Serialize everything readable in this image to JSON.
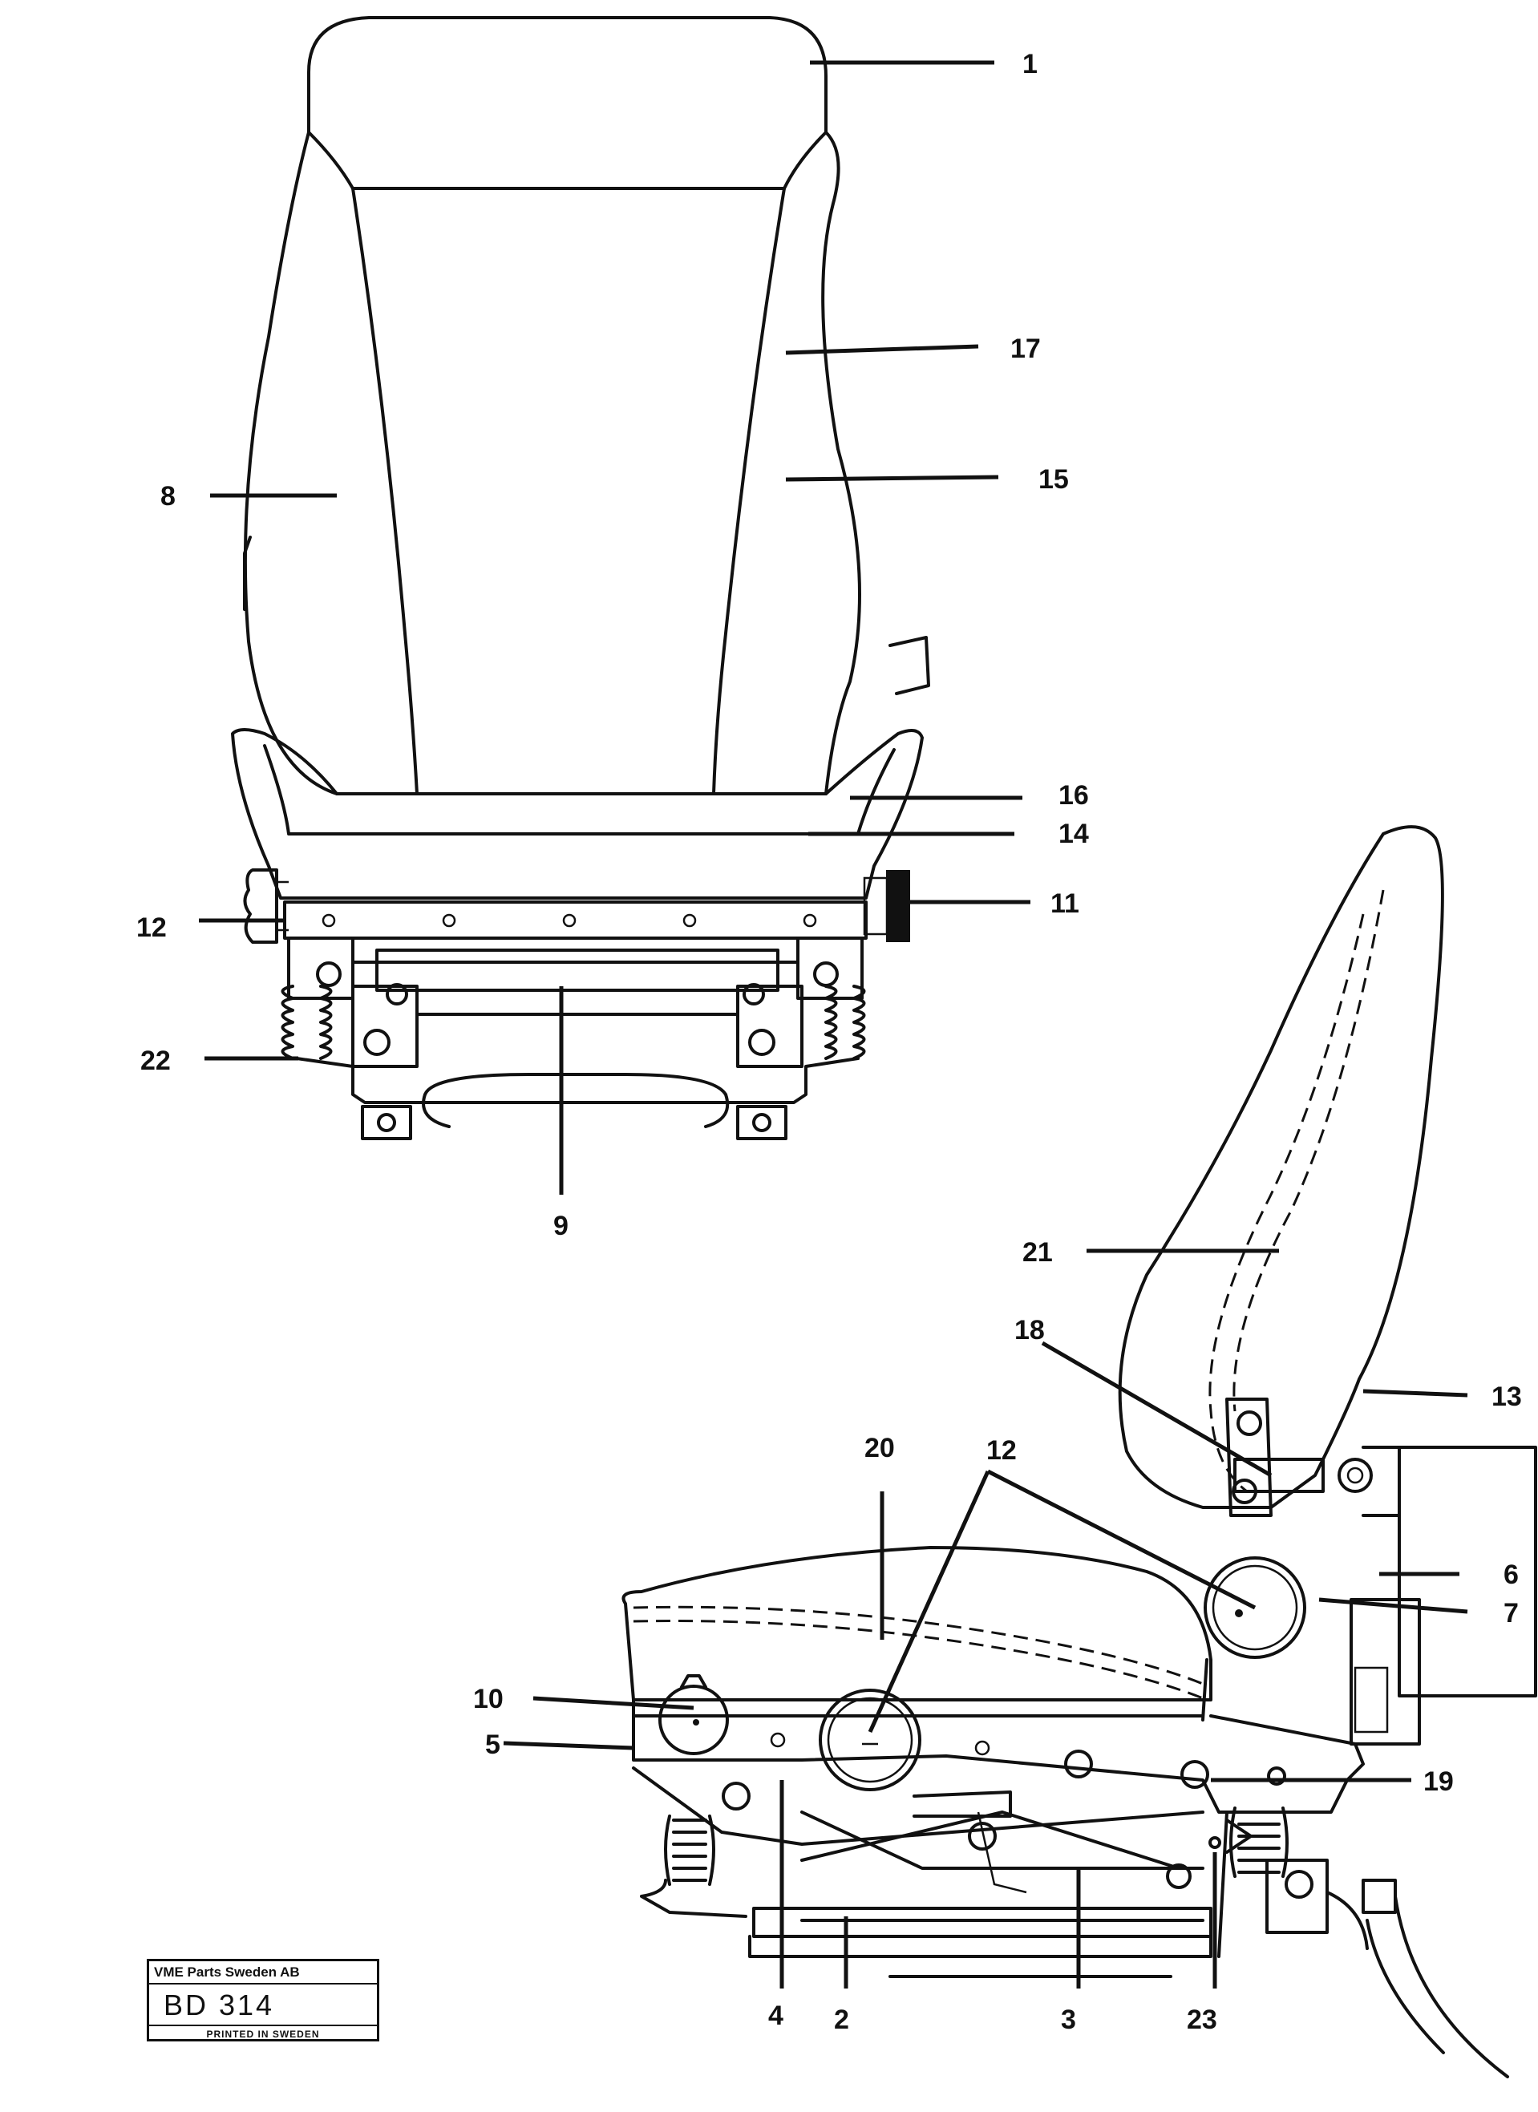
{
  "callouts": {
    "c1": "1",
    "c17": "17",
    "c8": "8",
    "c15": "15",
    "c16": "16",
    "c14": "14",
    "c12a": "12",
    "c11": "11",
    "c22": "22",
    "c9": "9",
    "c21": "21",
    "c18": "18",
    "c13": "13",
    "c20": "20",
    "c12b": "12",
    "c6": "6",
    "c7": "7",
    "c10": "10",
    "c5": "5",
    "c19": "19",
    "c4": "4",
    "c2": "2",
    "c3": "3",
    "c23": "23"
  },
  "stamp": {
    "company": "VME Parts Sweden AB",
    "code": "BD 314",
    "printed": "PRINTED IN SWEDEN"
  }
}
